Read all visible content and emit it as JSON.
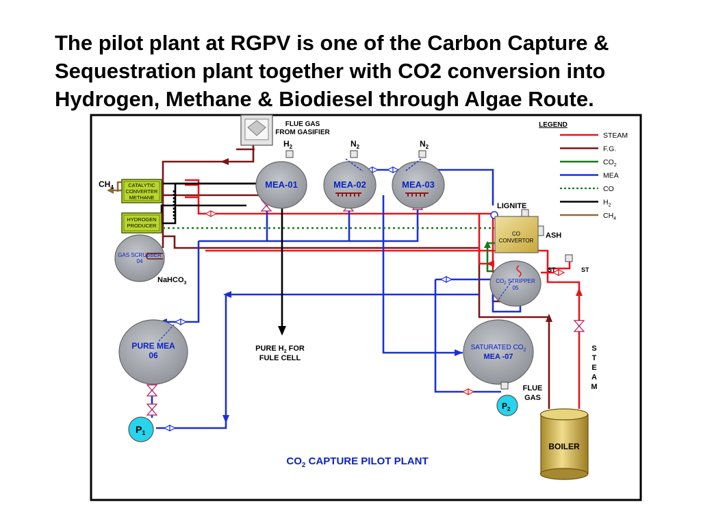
{
  "title": {
    "line1": "The pilot plant at RGPV is one of the Carbon Capture &",
    "line2": "Sequestration plant together with CO2 conversion into",
    "line3": "Hydrogen, Methane & Biodiesel through Algae Route."
  },
  "diagram_title": {
    "main": "CO",
    "sub": "2",
    "rest": " CAPTURE PILOT PLANT"
  },
  "flue_gas_source": {
    "line1": "FLUE GAS",
    "line2": "FROM GASIFIER"
  },
  "gas_labels": {
    "h2": {
      "main": "H",
      "sub": "2"
    },
    "n2_a": {
      "main": "N",
      "sub": "2"
    },
    "n2_b": {
      "main": "N",
      "sub": "2"
    },
    "ch4": {
      "main": "CH",
      "sub": "4"
    }
  },
  "units": {
    "mea01": "MEA-01",
    "mea02": "MEA-02",
    "mea03": "MEA-03",
    "catalytic": {
      "line1": "CATALYTIC",
      "line2": "CONVERTER",
      "line3": "METHANE"
    },
    "hydrogen": {
      "line1": "HYDROGEN",
      "line2": "PRODUCER"
    },
    "scrubber": {
      "line1": "GAS SCRUBBER",
      "line2": "04"
    },
    "nahco3": {
      "main": "NaHCO",
      "sub": "3"
    },
    "pure_mea": {
      "line1": "PURE MEA",
      "line2": "06"
    },
    "stripper": {
      "prefix": "CO",
      "sub": "2",
      "rest": " STRIPPER",
      "line2": "05"
    },
    "saturated": {
      "line1a": "SATURATED CO",
      "line1sub": "2",
      "line2": "MEA -07"
    },
    "co_converter": {
      "line1": "CO",
      "line2": "CONVERTOR"
    },
    "boiler": "BOILER",
    "pump1": {
      "main": "P",
      "sub": "1"
    },
    "pump2": {
      "main": "P",
      "sub": "2"
    }
  },
  "labels": {
    "lignite": "LIGNITE",
    "ash": "ASH",
    "st1": "ST",
    "st2": "ST",
    "pure_h2": {
      "a": "PURE H",
      "sub": "2",
      "b": " FOR",
      "line2": "FULE CELL"
    },
    "flue_gas": {
      "line1": "FLUE",
      "line2": "GAS"
    },
    "steam_vertical": [
      "S",
      "T",
      "E",
      "A",
      "M"
    ]
  },
  "legend": {
    "title": "LEGEND",
    "items": [
      {
        "name": "STEAM",
        "sub": "",
        "color": "#e8141b",
        "dashed": false
      },
      {
        "name": "F.G.",
        "sub": "",
        "color": "#7a1414",
        "dashed": false
      },
      {
        "name": "CO",
        "sub": "2",
        "color": "#137a17",
        "dashed": false
      },
      {
        "name": "MEA",
        "sub": "",
        "color": "#1a2fd6",
        "dashed": false
      },
      {
        "name": "CO",
        "sub": "",
        "color": "#137a17",
        "dashed": true
      },
      {
        "name": "H",
        "sub": "2",
        "color": "#000000",
        "dashed": false
      },
      {
        "name": "CH",
        "sub": "4",
        "color": "#8c6a3c",
        "dashed": false
      }
    ]
  },
  "colors": {
    "steam": "#e8141b",
    "flue_gas": "#7a1414",
    "co2": "#137a17",
    "mea": "#1a2fd6",
    "h2": "#000000",
    "ch4": "#8c6a3c",
    "vessel_fill": "#a4a8ae",
    "converter_fill": "#d8bf52",
    "box_fill": "#b9d62c",
    "pump_fill": "#27d4ee",
    "mea_text": "#0b22c4"
  }
}
